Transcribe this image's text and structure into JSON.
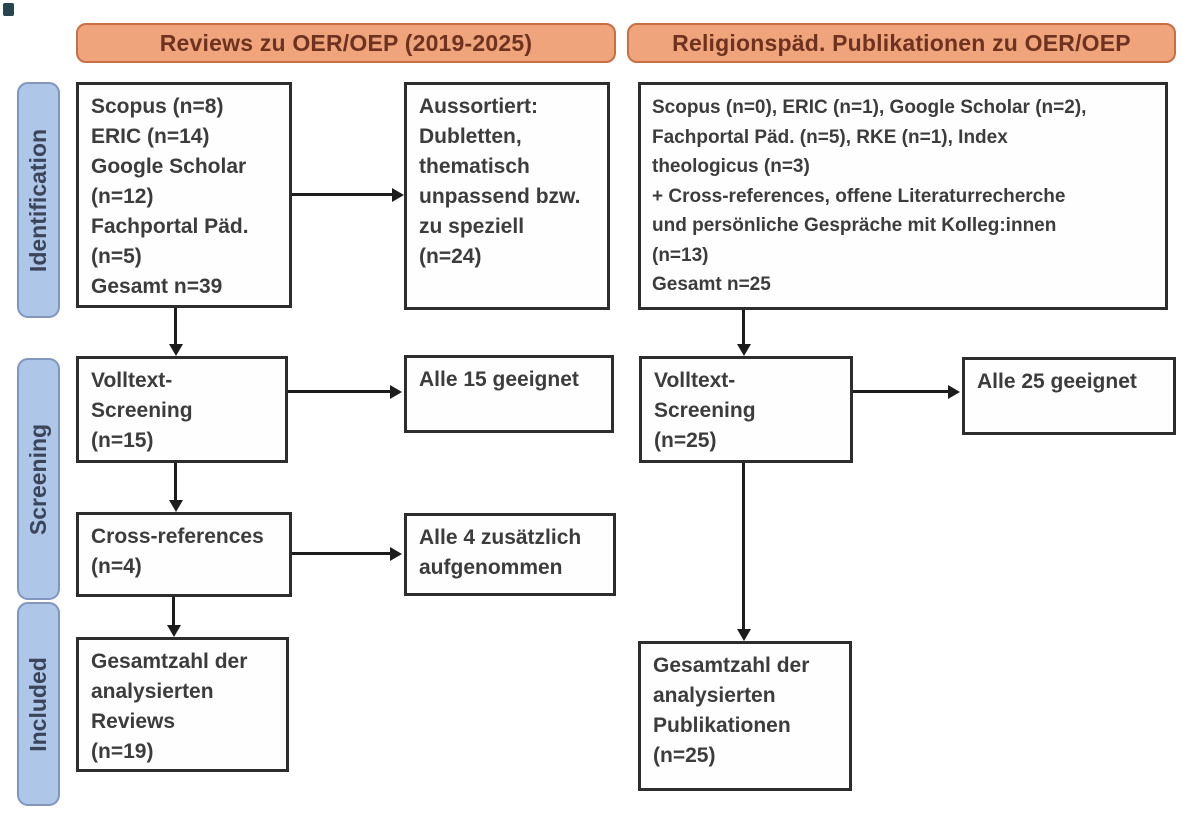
{
  "headers": {
    "left": "Reviews zu OER/OEP (2019-2025)",
    "right": "Religionspäd. Publikationen zu OER/OEP"
  },
  "stages": [
    {
      "id": "identification",
      "label": "Identification"
    },
    {
      "id": "screening",
      "label": "Screening"
    },
    {
      "id": "included",
      "label": "Included"
    }
  ],
  "left_flow": {
    "sources": [
      "Scopus (n=8)",
      "ERIC (n=14)",
      "Google Scholar",
      "(n=12)",
      "Fachportal Päd.",
      "(n=5)",
      "Gesamt n=39"
    ],
    "excluded": [
      "Aussortiert:",
      "Dubletten,",
      "thematisch",
      "unpassend bzw.",
      "zu speziell",
      "(n=24)"
    ],
    "fulltext_screening": [
      "Volltext-",
      "Screening",
      "(n=15)"
    ],
    "fulltext_result": [
      "Alle 15 geeignet"
    ],
    "cross_references": [
      "Cross-references",
      "(n=4)"
    ],
    "cross_references_result": [
      "Alle 4 zusätzlich",
      "aufgenommen"
    ],
    "total_included": [
      "Gesamtzahl der",
      "analysierten",
      "Reviews",
      "(n=19)"
    ]
  },
  "right_flow": {
    "sources": [
      "Scopus (n=0), ERIC (n=1), Google Scholar (n=2),",
      "Fachportal Päd. (n=5), RKE (n=1), Index",
      "theologicus (n=3)",
      "+ Cross-references, offene Literaturrecherche",
      "und persönliche Gespräche mit Kolleg:innen",
      "(n=13)",
      "Gesamt n=25"
    ],
    "fulltext_screening": [
      "Volltext-",
      "Screening",
      "(n=25)"
    ],
    "fulltext_result": [
      "Alle 25 geeignet"
    ],
    "total_included": [
      "Gesamtzahl der",
      "analysierten",
      "Publikationen",
      "(n=25)"
    ]
  },
  "colors": {
    "header_fill": "#EFA47C",
    "header_border": "#C96F46",
    "header_text": "#6E3320",
    "stage_fill": "#AEC6E8",
    "stage_border": "#8096BC",
    "stage_text": "#3B4559",
    "box_border": "#2D2D2D",
    "box_text": "#3C3C3C",
    "arrow": "#1C1C1C",
    "corner_mark": "#26454E"
  }
}
